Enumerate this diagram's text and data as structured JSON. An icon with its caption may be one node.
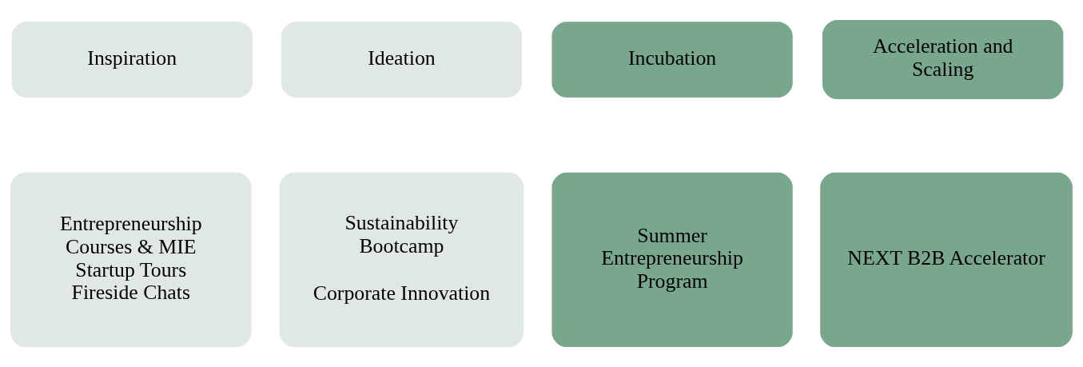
{
  "diagram": {
    "nodes": [
      {
        "text": [
          "Inspiration"
        ]
      },
      {
        "text": [
          "Ideation"
        ]
      },
      {
        "text": [
          "Incubation"
        ]
      },
      {
        "text": [
          "Acceleration and Scaling"
        ]
      },
      {
        "text": [
          "Entrepreneurship Courses & MIE",
          "Startup Tours",
          "Fireside Chats"
        ]
      },
      {
        "text": [
          "Sustainability Bootcamp",
          "Corporate Innovation"
        ]
      },
      {
        "text": [
          "Summer Entrepreneurship Program"
        ]
      },
      {
        "text": [
          "NEXT B2B Accelerator"
        ]
      }
    ]
  }
}
